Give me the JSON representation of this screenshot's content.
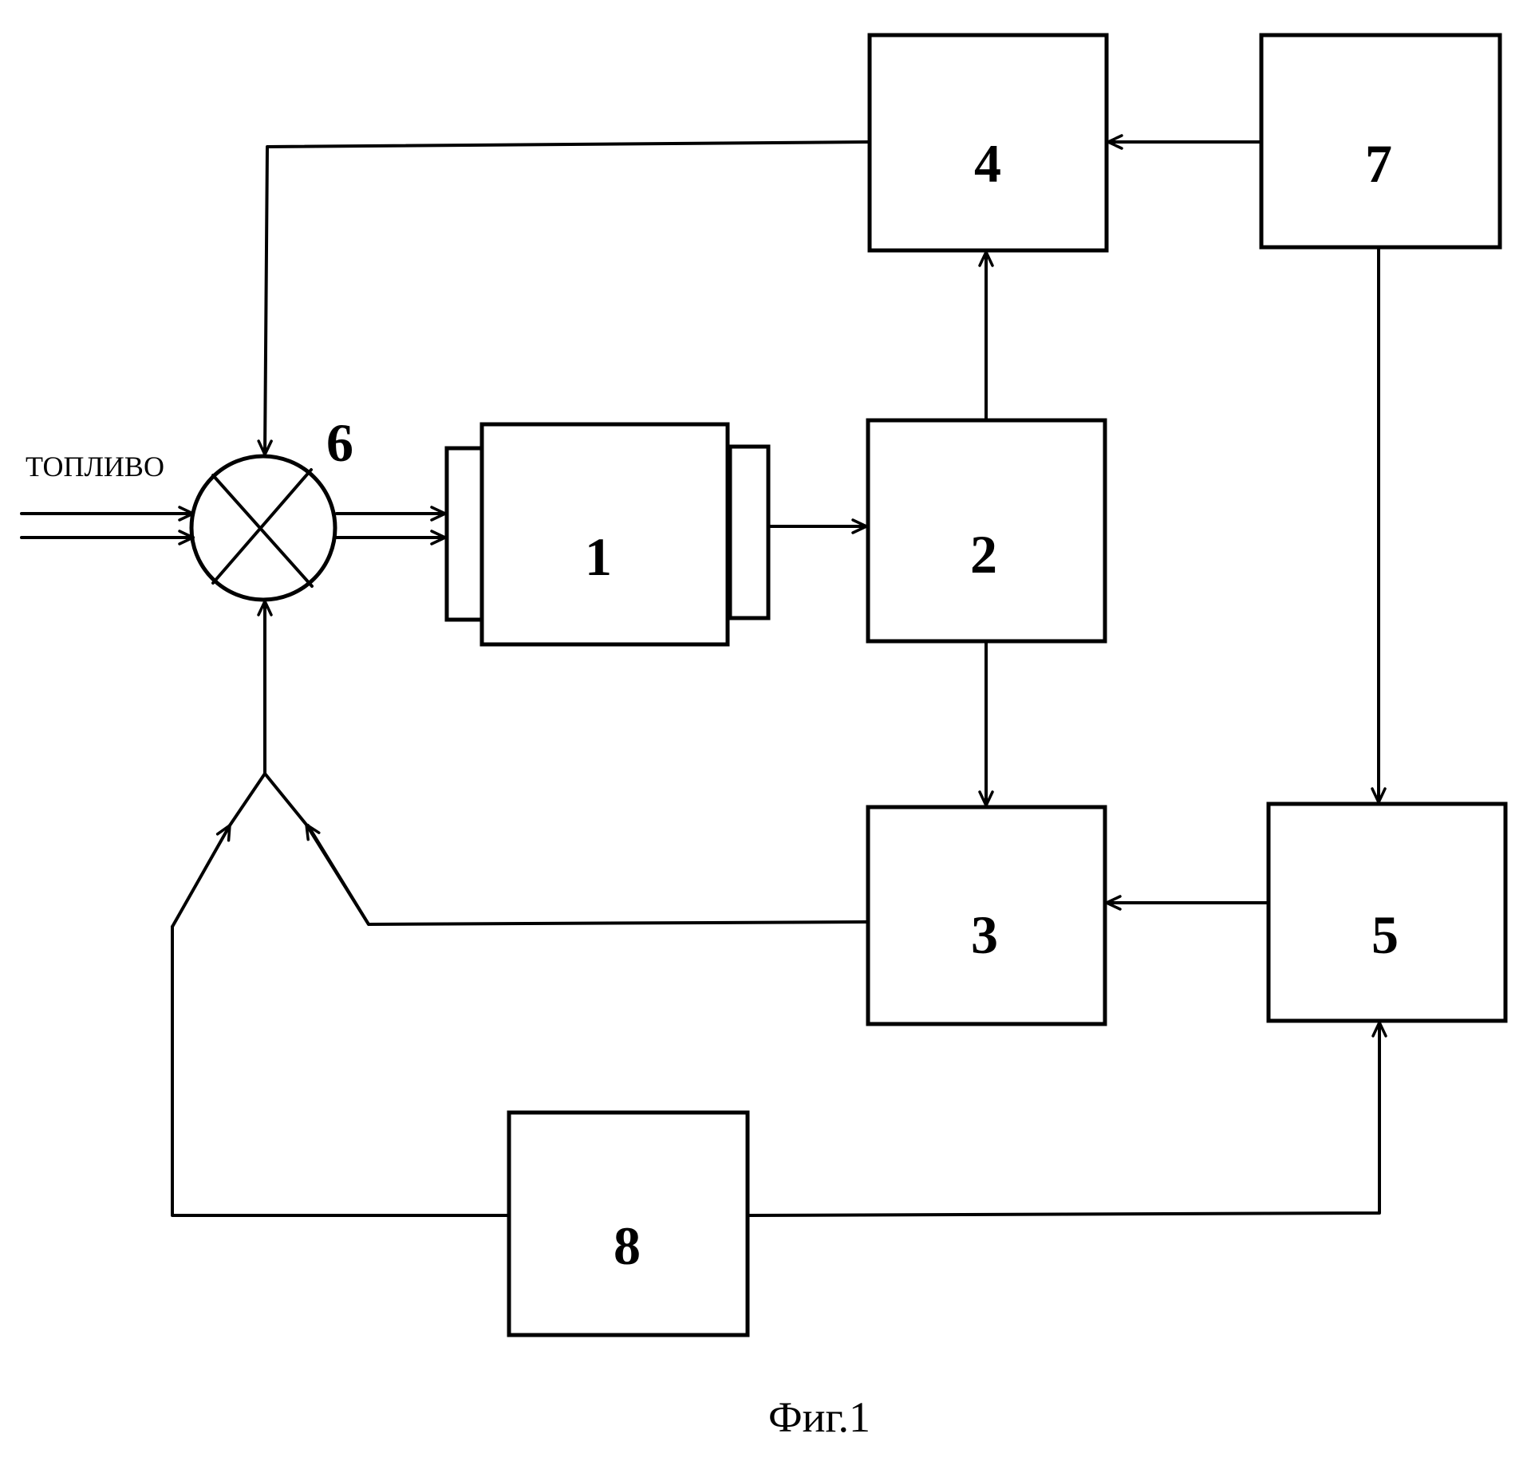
{
  "diagram": {
    "type": "block-diagram",
    "caption": "Фиг.1",
    "input_label": "ТОПЛИВО",
    "blocks": [
      {
        "id": "1",
        "label": "1",
        "shape": "engine-block-with-flanges"
      },
      {
        "id": "2",
        "label": "2",
        "shape": "rect"
      },
      {
        "id": "3",
        "label": "3",
        "shape": "rect"
      },
      {
        "id": "4",
        "label": "4",
        "shape": "rect"
      },
      {
        "id": "5",
        "label": "5",
        "shape": "rect"
      },
      {
        "id": "6",
        "label": "6",
        "shape": "valve-circle-cross"
      },
      {
        "id": "7",
        "label": "7",
        "shape": "rect"
      },
      {
        "id": "8",
        "label": "8",
        "shape": "rect"
      }
    ],
    "connections": [
      {
        "from": "input",
        "to": "6",
        "label": "ТОПЛИВО",
        "double_line": true
      },
      {
        "from": "6",
        "to": "1",
        "double_line": true
      },
      {
        "from": "1",
        "to": "2"
      },
      {
        "from": "2",
        "to": "4"
      },
      {
        "from": "2",
        "to": "3"
      },
      {
        "from": "7",
        "to": "4"
      },
      {
        "from": "7",
        "to": "5"
      },
      {
        "from": "5",
        "to": "3"
      },
      {
        "from": "4",
        "to": "6"
      },
      {
        "from": "3",
        "to": "6",
        "via": "junction"
      },
      {
        "from": "8",
        "to": "6",
        "via": "junction"
      },
      {
        "from": "8",
        "to": "5"
      }
    ]
  }
}
